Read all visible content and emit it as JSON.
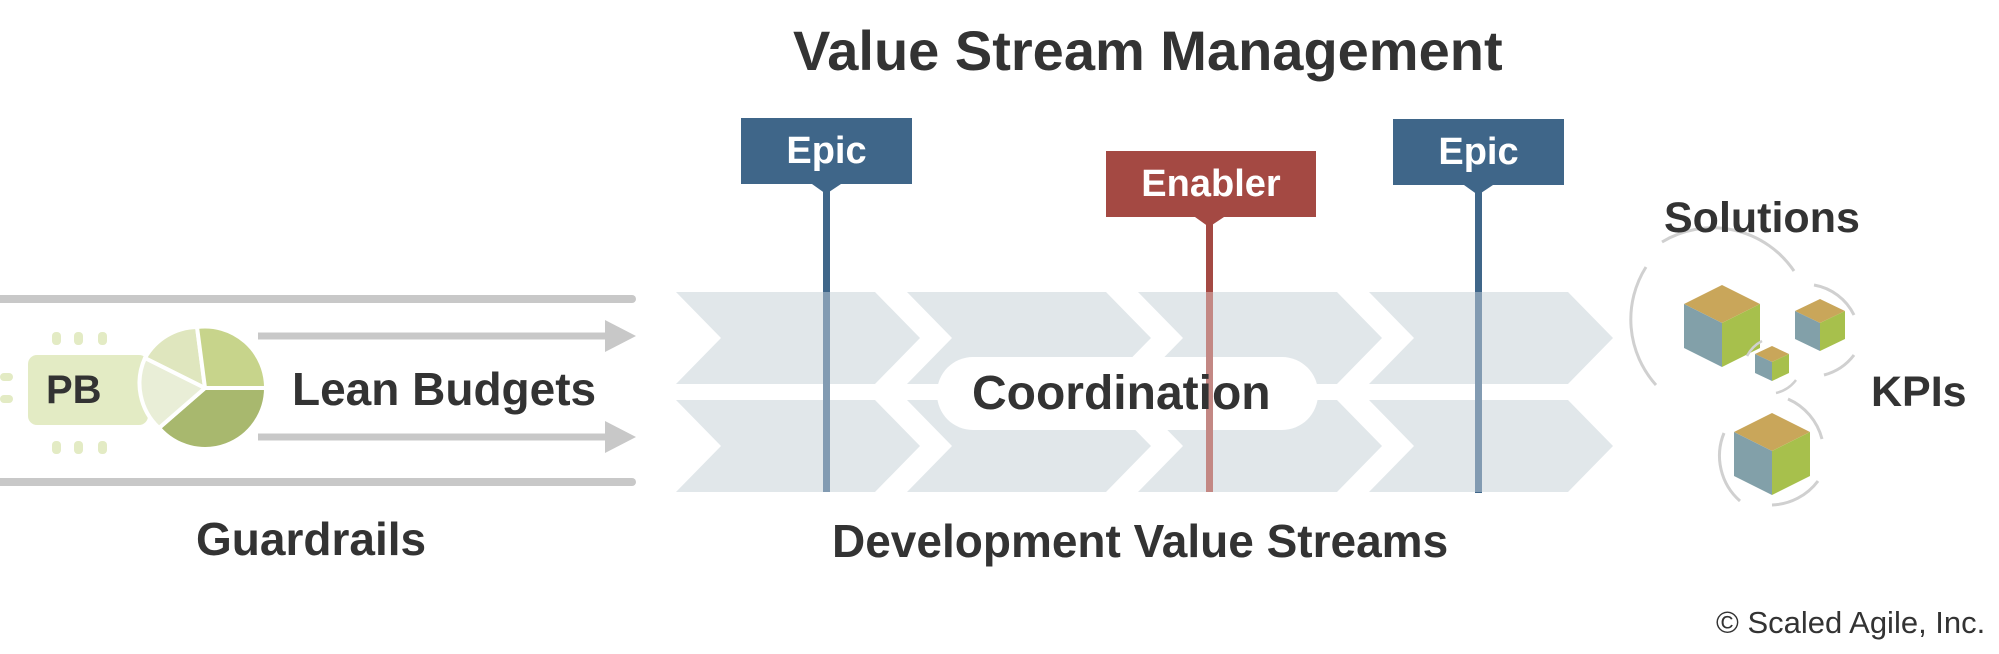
{
  "title": "Value Stream Management",
  "flags": {
    "epic_left": "Epic",
    "enabler": "Enabler",
    "epic_right": "Epic"
  },
  "budget": {
    "pb_label": "PB",
    "lean_budgets": "Lean Budgets",
    "guardrails": "Guardrails"
  },
  "streams": {
    "coordination": "Coordination",
    "caption": "Development Value Streams"
  },
  "outputs": {
    "solutions": "Solutions",
    "kpis": "KPIs"
  },
  "copyright": "© Scaled Agile, Inc.",
  "colors": {
    "epic": "#3f6689",
    "enabler": "#a44943",
    "stream": "#e1e7ea",
    "budget_green": "#c7d48b",
    "cube_tan": "#c9a65a",
    "cube_teal": "#82a0a9",
    "cube_green": "#a7c04c",
    "text": "#333333"
  }
}
